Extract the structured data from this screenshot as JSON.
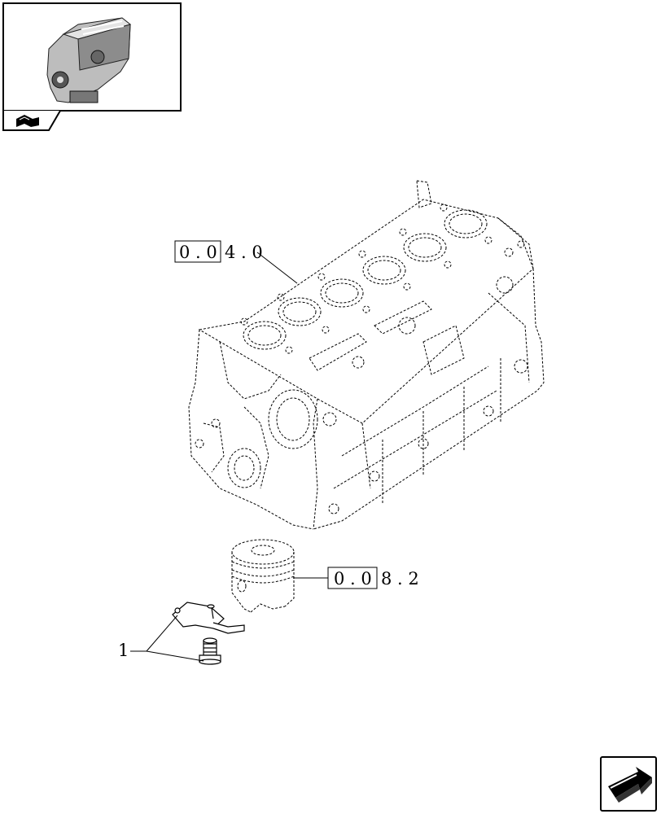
{
  "thumbnail": {
    "icon": "engine-thumbnail-icon",
    "tab_icon": "book-page-icon"
  },
  "callouts": {
    "engine_block_ref": {
      "boxed": "0 . 0",
      "rest": "4 . 0"
    },
    "piston_ref": {
      "boxed": "0 . 0",
      "rest": "8 . 2"
    },
    "item_1": "1"
  },
  "navigation": {
    "next_icon": "next-page-arrow-icon"
  },
  "colors": {
    "line": "#000000",
    "background": "#ffffff"
  }
}
